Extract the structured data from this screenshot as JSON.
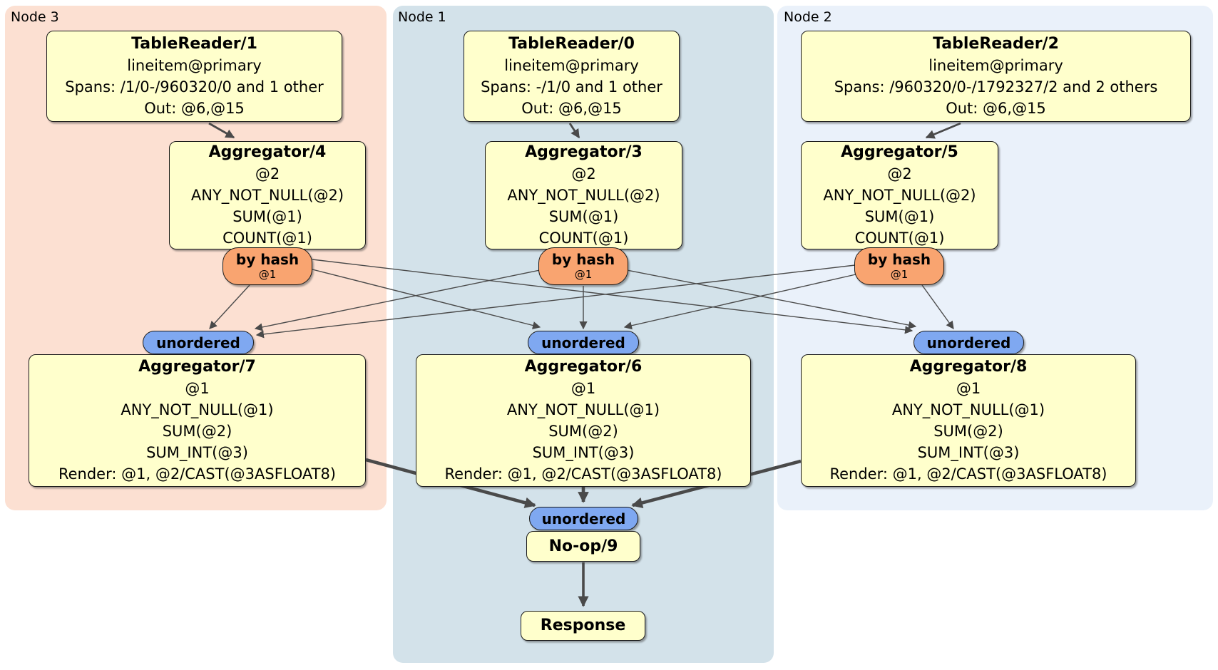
{
  "colors": {
    "canvas_bg": "#ffffff",
    "node3_bg": "#fce0d2",
    "node1_bg": "#d3e2ea",
    "node2_bg": "#eaf1fa",
    "box_fill": "#ffffcc",
    "hash_fill": "#f9a470",
    "stream_fill": "#7fa8f1",
    "edge_color": "#4a4a4a"
  },
  "regions": {
    "node3": {
      "label": "Node 3"
    },
    "node1": {
      "label": "Node 1"
    },
    "node2": {
      "label": "Node 2"
    }
  },
  "boxes": {
    "tr1": {
      "title": "TableReader/1",
      "lines": [
        "lineitem@primary",
        "Spans: /1/0-/960320/0 and 1 other",
        "Out: @6,@15"
      ]
    },
    "tr0": {
      "title": "TableReader/0",
      "lines": [
        "lineitem@primary",
        "Spans: -/1/0 and 1 other",
        "Out: @6,@15"
      ]
    },
    "tr2": {
      "title": "TableReader/2",
      "lines": [
        "lineitem@primary",
        "Spans: /960320/0-/1792327/2 and 2 others",
        "Out: @6,@15"
      ]
    },
    "agg4": {
      "title": "Aggregator/4",
      "lines": [
        "@2",
        "ANY_NOT_NULL(@2)",
        "SUM(@1)",
        "COUNT(@1)"
      ]
    },
    "agg3": {
      "title": "Aggregator/3",
      "lines": [
        "@2",
        "ANY_NOT_NULL(@2)",
        "SUM(@1)",
        "COUNT(@1)"
      ]
    },
    "agg5": {
      "title": "Aggregator/5",
      "lines": [
        "@2",
        "ANY_NOT_NULL(@2)",
        "SUM(@1)",
        "COUNT(@1)"
      ]
    },
    "agg7": {
      "title": "Aggregator/7",
      "lines": [
        "@1",
        "ANY_NOT_NULL(@1)",
        "SUM(@2)",
        "SUM_INT(@3)",
        "Render: @1, @2/CAST(@3ASFLOAT8)"
      ]
    },
    "agg6": {
      "title": "Aggregator/6",
      "lines": [
        "@1",
        "ANY_NOT_NULL(@1)",
        "SUM(@2)",
        "SUM_INT(@3)",
        "Render: @1, @2/CAST(@3ASFLOAT8)"
      ]
    },
    "agg8": {
      "title": "Aggregator/8",
      "lines": [
        "@1",
        "ANY_NOT_NULL(@1)",
        "SUM(@2)",
        "SUM_INT(@3)",
        "Render: @1, @2/CAST(@3ASFLOAT8)"
      ]
    },
    "noop": {
      "title": "No-op/9"
    },
    "response": {
      "title": "Response"
    }
  },
  "routers": {
    "hash_node3": {
      "label": "by hash",
      "detail": "@1"
    },
    "hash_node1": {
      "label": "by hash",
      "detail": "@1"
    },
    "hash_node2": {
      "label": "by hash",
      "detail": "@1"
    },
    "unordered_node3": {
      "label": "unordered"
    },
    "unordered_node1": {
      "label": "unordered"
    },
    "unordered_node2": {
      "label": "unordered"
    },
    "unordered_final": {
      "label": "unordered"
    }
  }
}
